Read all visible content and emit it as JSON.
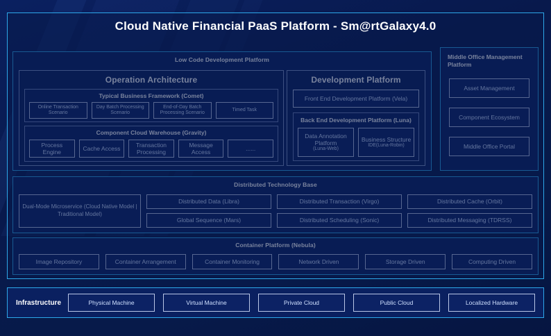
{
  "title": "Cloud Native Financial PaaS Platform - Sm@rtGalaxy4.0",
  "colors": {
    "accent_cyan": "#2da8ea",
    "panel_bg": "#0b2160",
    "page_bg": "#071a4a",
    "chip_border": "#b9c6e6",
    "chip_text": "#cfe0ff"
  },
  "low_code": {
    "title": "Low Code Development Platform",
    "operation_architecture": {
      "title": "Operation Architecture",
      "typical_business_framework": {
        "title": "Typical Business Framework (Comet)",
        "items": [
          "Online Transaction Scenario",
          "Day Batch Processing Scenario",
          "End-of-Day Batch Processing Scenario",
          "Timed Task"
        ]
      },
      "component_cloud_warehouse": {
        "title": "Component Cloud Warehouse (Gravity)",
        "items": [
          "Process Engine",
          "Cache Access",
          "Transaction Processing",
          "Message Access",
          "......"
        ]
      }
    },
    "development_platform": {
      "title": "Development Platform",
      "front_end": "Front End Development Platform (Vela)",
      "back_end": {
        "title": "Back End Development Platform (Luna)",
        "items": [
          {
            "name": "Data Annotation Platform",
            "sub": "(Luna-Web)"
          },
          {
            "name": "Business Structure",
            "sub": "IDE(Luna-Robin)"
          }
        ]
      }
    }
  },
  "middle_office": {
    "title": "Middle Office Management Platform",
    "items": [
      "Asset Management",
      "Component Ecosystem",
      "Middle Office Portal"
    ]
  },
  "distributed_tech_base": {
    "title": "Distributed Technology Base",
    "featured": "Dual-Mode Microservice (Cloud Native Model | Traditional Model)",
    "items": [
      "Distributed Data (Libra)",
      "Distributed Transaction (Virgo)",
      "Distributed Cache (Orbit)",
      "Global Sequence (Mars)",
      "Distributed Scheduling (Sonic)",
      "Distributed Messaging (TDRSS)"
    ]
  },
  "container_platform": {
    "title": "Container Platform (Nebula)",
    "items": [
      "Image Repository",
      "Container Arrangement",
      "Container Monitoring",
      "Network Driven",
      "Storage Driven",
      "Computing Driven"
    ]
  },
  "infrastructure": {
    "label": "Infrastructure",
    "items": [
      "Physical Machine",
      "Virtual Machine",
      "Private Cloud",
      "Public Cloud",
      "Localized Hardware"
    ]
  }
}
